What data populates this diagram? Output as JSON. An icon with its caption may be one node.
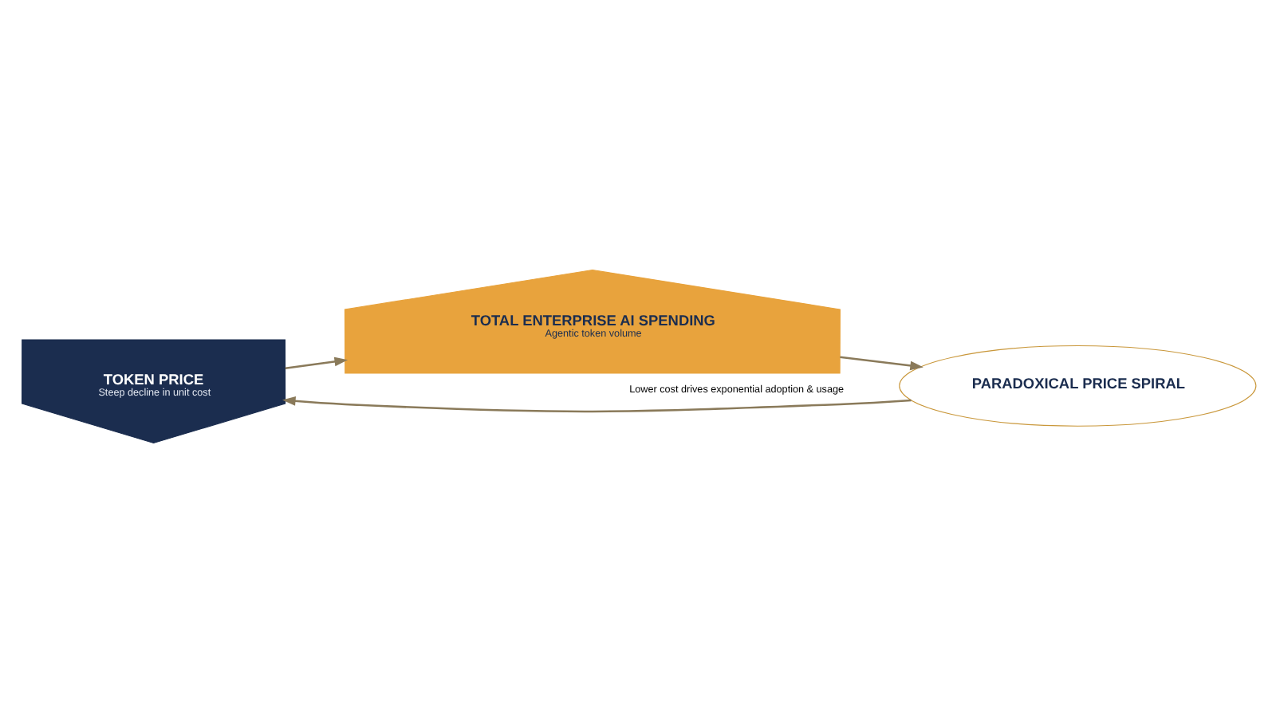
{
  "diagram": {
    "nodes": [
      {
        "text": [
          "TOKEN PRICE",
          "Steep decline in unit cost"
        ]
      },
      {
        "text": [
          "PARADOXICAL PRICE SPIRAL"
        ]
      },
      {
        "text": [
          "TOTAL ENTERPRISE AI SPENDING",
          "Agentic token volume"
        ],
        "beside": [
          "Lower cost drives exponential adoption & usage"
        ]
      }
    ],
    "edges": [
      {
        "from": 0,
        "to": 2,
        "arrow": "to"
      },
      {
        "from": 2,
        "to": 1,
        "arrow": "to"
      },
      {
        "from": 1,
        "to": 0,
        "arrow": "to"
      }
    ]
  }
}
